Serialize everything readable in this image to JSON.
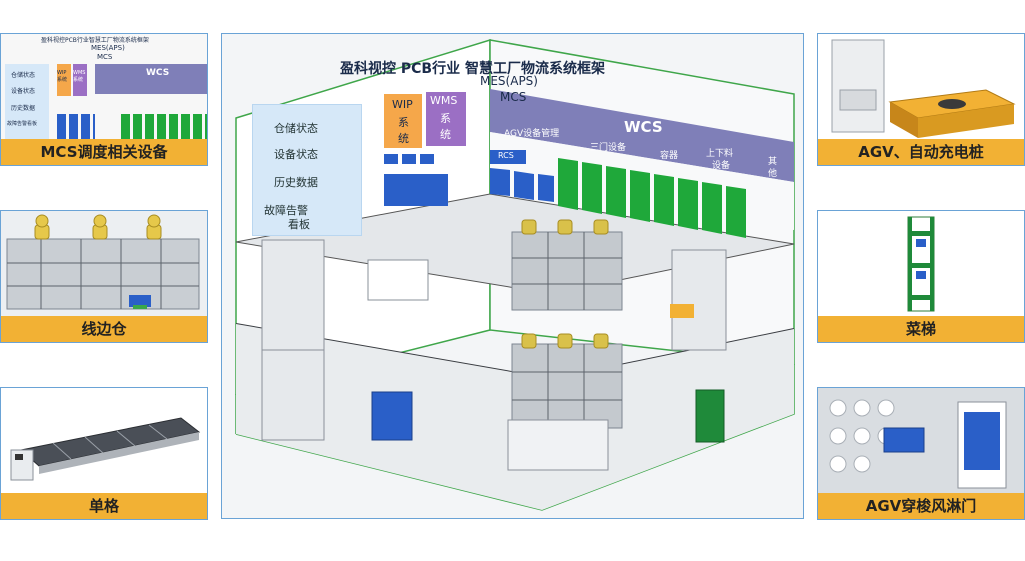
{
  "panels": {
    "mcs": {
      "caption": "MCS调度相关设备"
    },
    "line_warehouse": {
      "caption": "线边仓"
    },
    "single_cell": {
      "caption": "单格"
    },
    "agv": {
      "caption": "AGV、自动充电桩"
    },
    "elevator": {
      "caption": "菜梯"
    },
    "air_shower": {
      "caption": "AGV穿梭风淋门"
    }
  },
  "mini_diagram": {
    "title": "盈科视控PCB行业智慧工厂物流系统框架",
    "mes": "MES(APS)",
    "mcs": "MCS",
    "wip": "WIP系统",
    "wms": "WMS系统",
    "wcs": "WCS",
    "status_items": [
      "仓储状态",
      "设备状态",
      "历史数据",
      "故障告警看板"
    ]
  },
  "diagram": {
    "title": "盈科视控 PCB行业 智慧工厂物流系统框架",
    "mes": "MES(APS)",
    "mcs": "MCS",
    "wip_line1": "WIP",
    "wip_line2": "系",
    "wip_line3": "统",
    "wms_line1": "WMS",
    "wms_line2": "系",
    "wms_line3": "统",
    "wcs": "WCS",
    "status_items": [
      "仓储状态",
      "设备状态",
      "历史数据",
      "故障告警",
      "看板"
    ],
    "wcs_items": [
      "AGV设备管理",
      "三门设备",
      "容器",
      "上下料",
      "设备",
      "其",
      "他"
    ],
    "rcs": "RCS"
  },
  "colors": {
    "caption_bg": "#f2b134",
    "wcs_bg": "#7f7fb8",
    "status_bg": "#d6e8f8",
    "wip_bg": "#f5a74a",
    "wms_bg": "#9b6fc4",
    "equipment_green": "#1fa83a",
    "equipment_blue": "#2a5fc8"
  }
}
